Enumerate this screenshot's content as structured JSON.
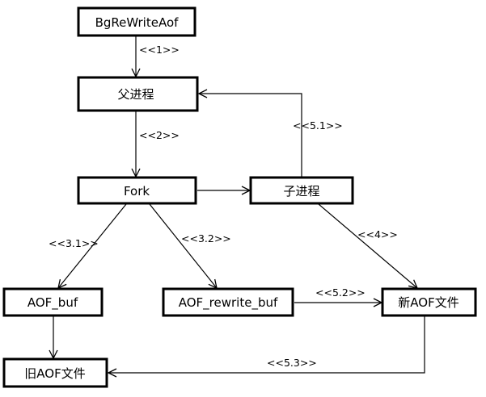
{
  "nodes": {
    "bgrewriteaof": "BgReWriteAof",
    "parent": "父进程",
    "fork": "Fork",
    "child": "子进程",
    "aof_buf": "AOF_buf",
    "aof_rewrite_buf": "AOF_rewrite_buf",
    "new_aof": "新AOF文件",
    "old_aof": "旧AOF文件"
  },
  "edges": {
    "e1": "<<1>>",
    "e2": "<<2>>",
    "e31": "<<3.1>>",
    "e32": "<<3.2>>",
    "e4": "<<4>>",
    "e51": "<<5.1>>",
    "e52": "<<5.2>>",
    "e53": "<<5.3>>"
  }
}
